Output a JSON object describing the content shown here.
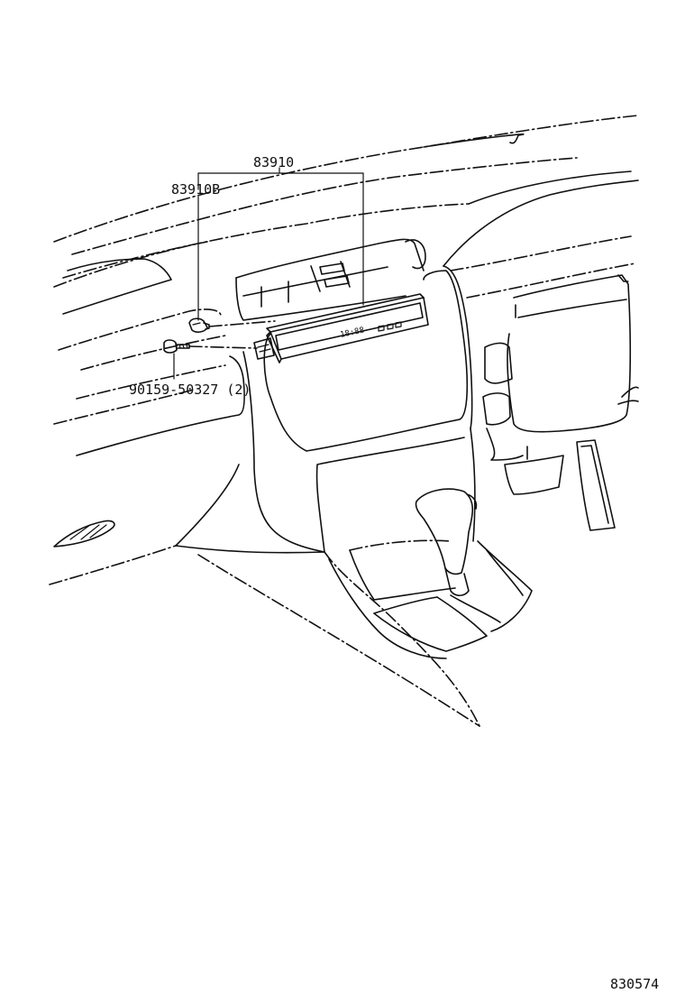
{
  "diagram": {
    "callouts": {
      "assembly": "83910",
      "bulb": "83910B",
      "screw": "90159-50327 (2)"
    },
    "clock_display": "18:88",
    "figure_number": "830574"
  }
}
